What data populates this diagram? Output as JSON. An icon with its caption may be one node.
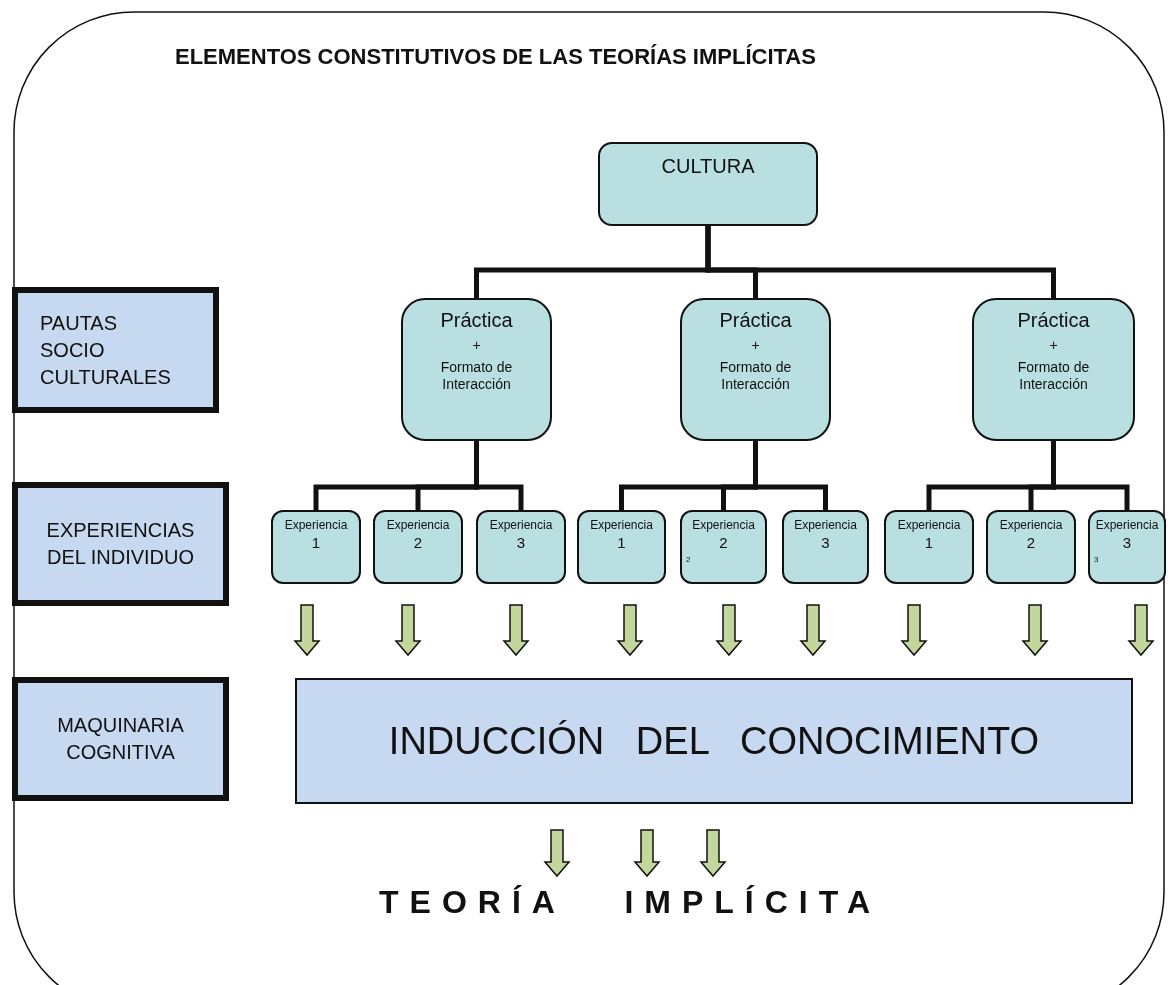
{
  "diagram": {
    "title": "ELEMENTOS CONSTITUTIVOS DE LAS TEORÍAS IMPLÍCITAS",
    "nodes": [
      {
        "text": [
          "CULTURA"
        ]
      },
      {
        "text": [
          "PAUTAS SOCIO CULTURALES"
        ]
      },
      {
        "text": [
          "Práctica",
          "+",
          "Formato de Interacción"
        ]
      },
      {
        "text": [
          "Práctica",
          "+",
          "Formato de Interacción"
        ]
      },
      {
        "text": [
          "Práctica",
          "+",
          "Formato de Interacción"
        ]
      },
      {
        "text": [
          "EXPERIENCIAS DEL INDIVIDUO"
        ]
      },
      {
        "text": [
          "Experiencia",
          "1"
        ]
      },
      {
        "text": [
          "Experiencia",
          "2"
        ]
      },
      {
        "text": [
          "Experiencia",
          "3"
        ]
      },
      {
        "text": [
          "Experiencia",
          "1"
        ]
      },
      {
        "text": [
          "Experiencia",
          "2",
          "2"
        ]
      },
      {
        "text": [
          "Experiencia",
          "3"
        ]
      },
      {
        "text": [
          "Experiencia",
          "1"
        ]
      },
      {
        "text": [
          "Experiencia",
          "2"
        ]
      },
      {
        "text": [
          "Experiencia",
          "3",
          "3"
        ]
      },
      {
        "text": [
          "MAQUINARIA COGNITIVA"
        ]
      },
      {
        "text": [
          "INDUCCIÓN DEL CONOCIMIENTO"
        ]
      },
      {
        "text": [
          "TEORÍA IMPLÍCITA"
        ]
      }
    ],
    "edges": [
      {
        "from": 0,
        "to": 2,
        "arrow": "none"
      },
      {
        "from": 0,
        "to": 3,
        "arrow": "none"
      },
      {
        "from": 0,
        "to": 4,
        "arrow": "none"
      },
      {
        "from": 2,
        "to": 6,
        "arrow": "none"
      },
      {
        "from": 2,
        "to": 7,
        "arrow": "none"
      },
      {
        "from": 2,
        "to": 8,
        "arrow": "none"
      },
      {
        "from": 3,
        "to": 9,
        "arrow": "none"
      },
      {
        "from": 3,
        "to": 10,
        "arrow": "none"
      },
      {
        "from": 3,
        "to": 11,
        "arrow": "none"
      },
      {
        "from": 4,
        "to": 12,
        "arrow": "none"
      },
      {
        "from": 4,
        "to": 13,
        "arrow": "none"
      },
      {
        "from": 4,
        "to": 14,
        "arrow": "none"
      },
      {
        "from": 6,
        "to": 16,
        "arrow": "to"
      },
      {
        "from": 7,
        "to": 16,
        "arrow": "to"
      },
      {
        "from": 8,
        "to": 16,
        "arrow": "to"
      },
      {
        "from": 9,
        "to": 16,
        "arrow": "to"
      },
      {
        "from": 10,
        "to": 16,
        "arrow": "to"
      },
      {
        "from": 11,
        "to": 16,
        "arrow": "to"
      },
      {
        "from": 12,
        "to": 16,
        "arrow": "to"
      },
      {
        "from": 13,
        "to": 16,
        "arrow": "to"
      },
      {
        "from": 14,
        "to": 16,
        "arrow": "to"
      },
      {
        "from": 16,
        "to": 17,
        "arrow": "to"
      },
      {
        "from": 16,
        "to": 17,
        "arrow": "to"
      },
      {
        "from": 16,
        "to": 17,
        "arrow": "to"
      }
    ]
  }
}
